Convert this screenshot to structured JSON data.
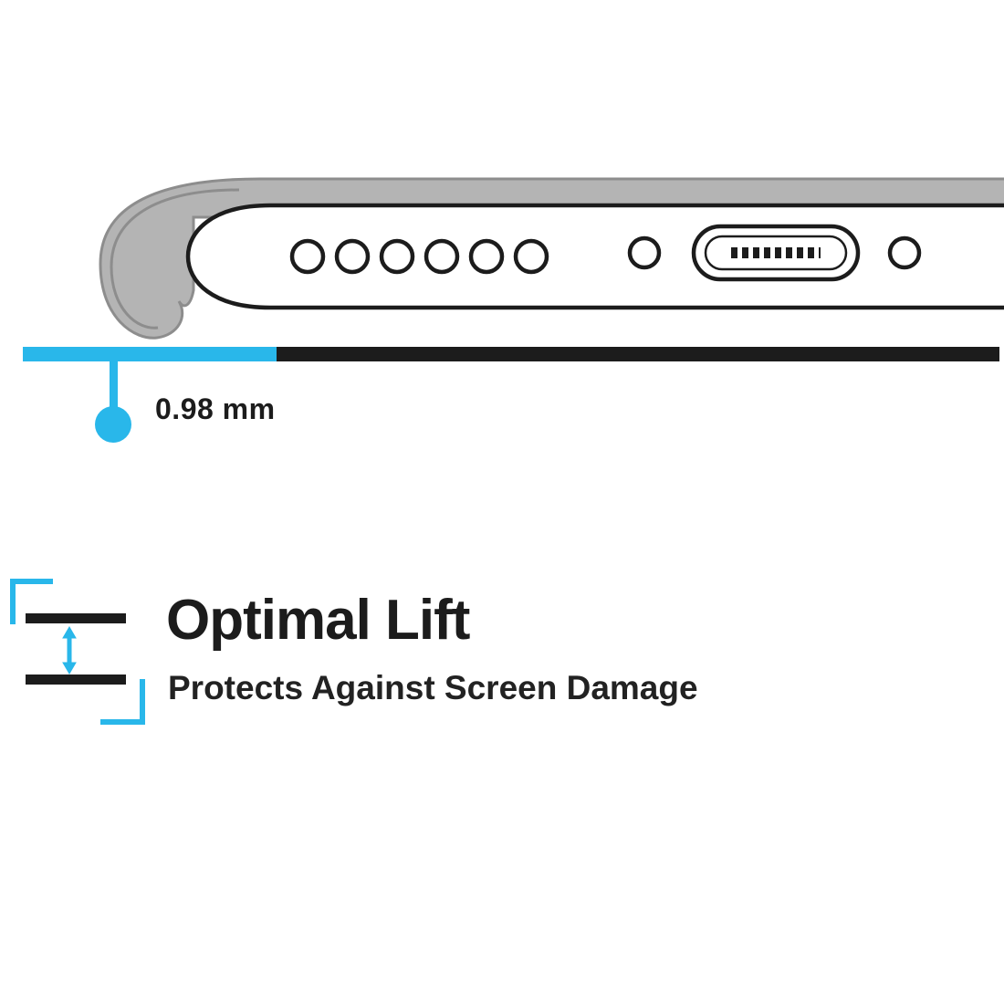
{
  "colors": {
    "accent": "#29b7ea",
    "ink": "#1c1c1c",
    "case_gray": "#b4b4b4",
    "case_outline": "#8d8d8d",
    "background": "#ffffff"
  },
  "diagram": {
    "name": "phone-case-bottom-edge-cross-section",
    "speaker_hole_count": 6,
    "icons": {
      "charging_port_icon": "usb-c-port",
      "screw_hole_left_icon": "screw-hole",
      "screw_hole_right_icon": "screw-hole",
      "lift_gap_icon": "double-headed-vertical-arrow-between-two-lines"
    }
  },
  "measurement": {
    "label": "0.98 mm"
  },
  "feature": {
    "title": "Optimal Lift",
    "subtitle": "Protects Against Screen Damage"
  }
}
